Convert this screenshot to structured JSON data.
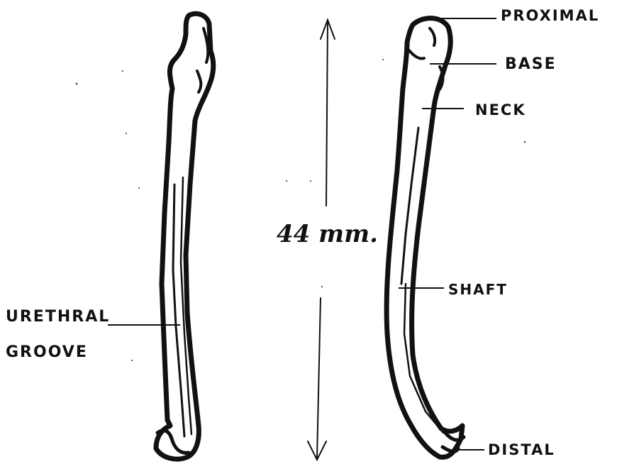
{
  "labels": {
    "proximal": "PROXIMAL",
    "base": "BASE",
    "neck": "NECK",
    "shaft": "SHAFT",
    "distal": "DISTAL",
    "urethral_groove": "URETHRAL\nGROOVE"
  },
  "measurement": "44 mm.",
  "colors": {
    "ink": "#111111",
    "paper": "#ffffff"
  }
}
